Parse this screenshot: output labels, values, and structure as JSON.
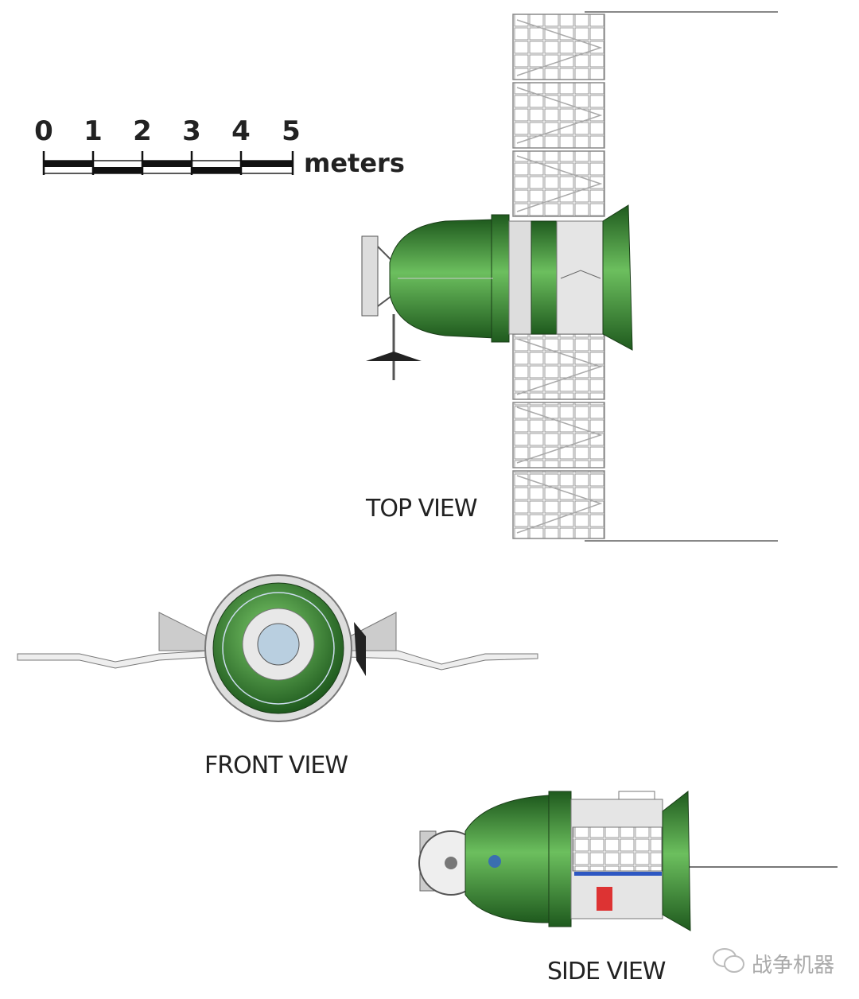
{
  "scale_bar": {
    "ticks": [
      "0",
      "1",
      "2",
      "3",
      "4",
      "5"
    ],
    "unit": "meters"
  },
  "views": {
    "top": "TOP VIEW",
    "front": "FRONT VIEW",
    "side": "SIDE VIEW"
  },
  "watermark": {
    "text": "战争机器",
    "icon": "wechat-icon"
  },
  "colors": {
    "hull_green": "#3f8f3a",
    "hull_dark": "#1f5a1e",
    "panel_gray": "#d9d9d9"
  }
}
